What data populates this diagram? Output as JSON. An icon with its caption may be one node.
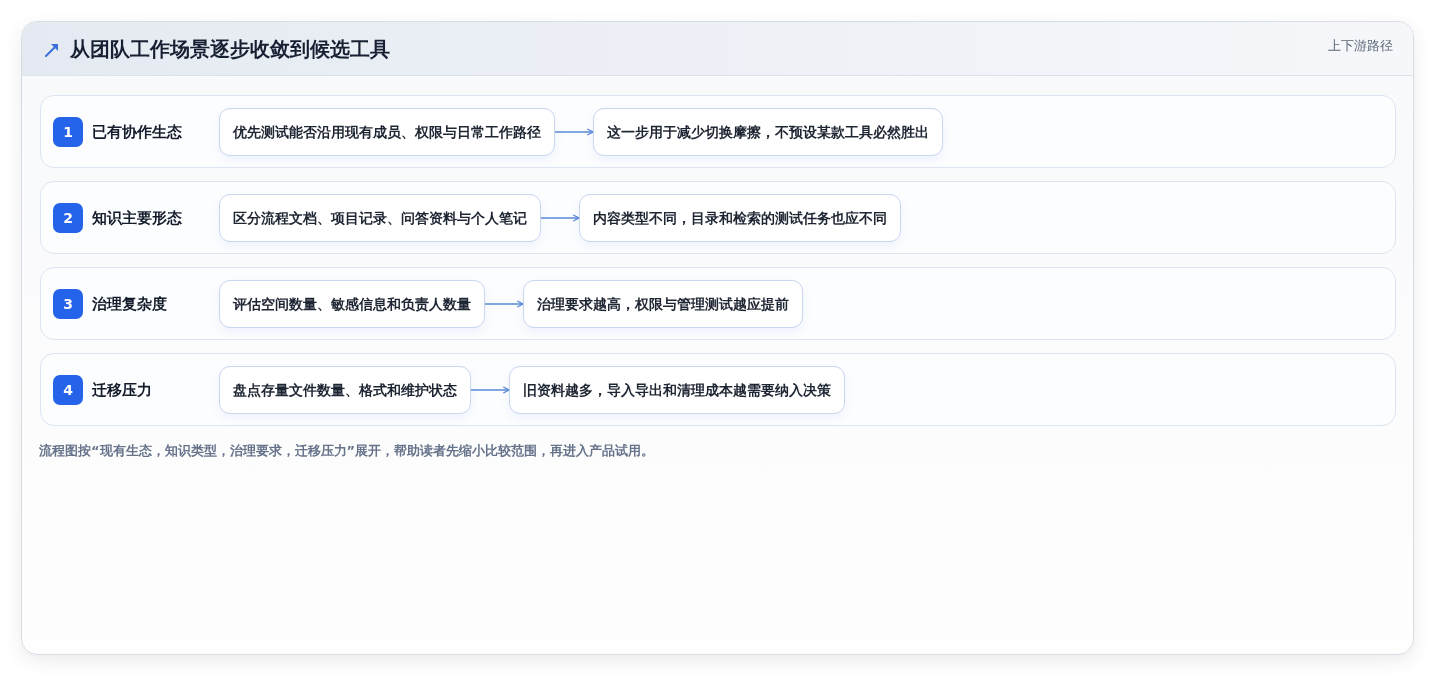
{
  "diagram": {
    "title": "从团队工作场景逐步收敛到候选工具",
    "nodes": [
      {
        "text": [
          "已有协作生态"
        ]
      },
      {
        "text": [
          "1"
        ],
        "in": 0
      },
      {
        "text": [
          "优先测试能否沿用现有成员、权限与日常工作路径"
        ],
        "in": 0
      },
      {
        "text": [
          "这一步用于减少切换摩擦，不预设某款工具必然胜出"
        ],
        "in": 0
      },
      {
        "text": [
          "知识主要形态"
        ]
      },
      {
        "text": [
          "2"
        ],
        "in": 4
      },
      {
        "text": [
          "区分流程文档、项目记录、问答资料与个人笔记"
        ],
        "in": 4
      },
      {
        "text": [
          "内容类型不同，目录和检索的测试任务也应不同"
        ],
        "in": 4
      },
      {
        "text": [
          "治理复杂度"
        ]
      },
      {
        "text": [
          "3"
        ],
        "in": 8
      },
      {
        "text": [
          "评估空间数量、敏感信息和负责人数量"
        ],
        "in": 8
      },
      {
        "text": [
          "治理要求越高，权限与管理测试越应提前"
        ],
        "in": 8
      },
      {
        "text": [
          "迁移压力"
        ]
      },
      {
        "text": [
          "4"
        ],
        "in": 12
      },
      {
        "text": [
          "盘点存量文件数量、格式和维护状态"
        ],
        "in": 12
      },
      {
        "text": [
          "旧资料越多，导入导出和清理成本越需要纳入决策"
        ],
        "in": 12
      }
    ],
    "edges": [
      {
        "from": 2,
        "to": 3,
        "arrow": "to"
      },
      {
        "from": 6,
        "to": 7,
        "arrow": "to"
      },
      {
        "from": 10,
        "to": 11,
        "arrow": "to"
      },
      {
        "from": 14,
        "to": 15,
        "arrow": "to"
      }
    ],
    "labels": [
      "上下游路径"
    ],
    "caption": "流程图按“现有生态，知识类型，治理要求，迁移压力”展开，帮助读者先缩小比较范围，再进入产品试用。"
  }
}
